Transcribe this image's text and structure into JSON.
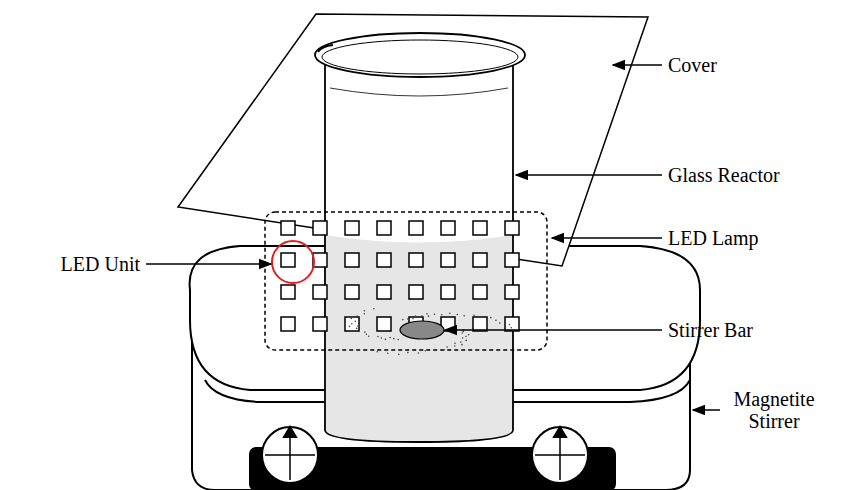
{
  "diagram": {
    "labels": [
      "Cover",
      "Glass Reactor",
      "LED Lamp",
      "LED Unit",
      "Stirrer Bar",
      "Magnetite Stirrer"
    ]
  }
}
